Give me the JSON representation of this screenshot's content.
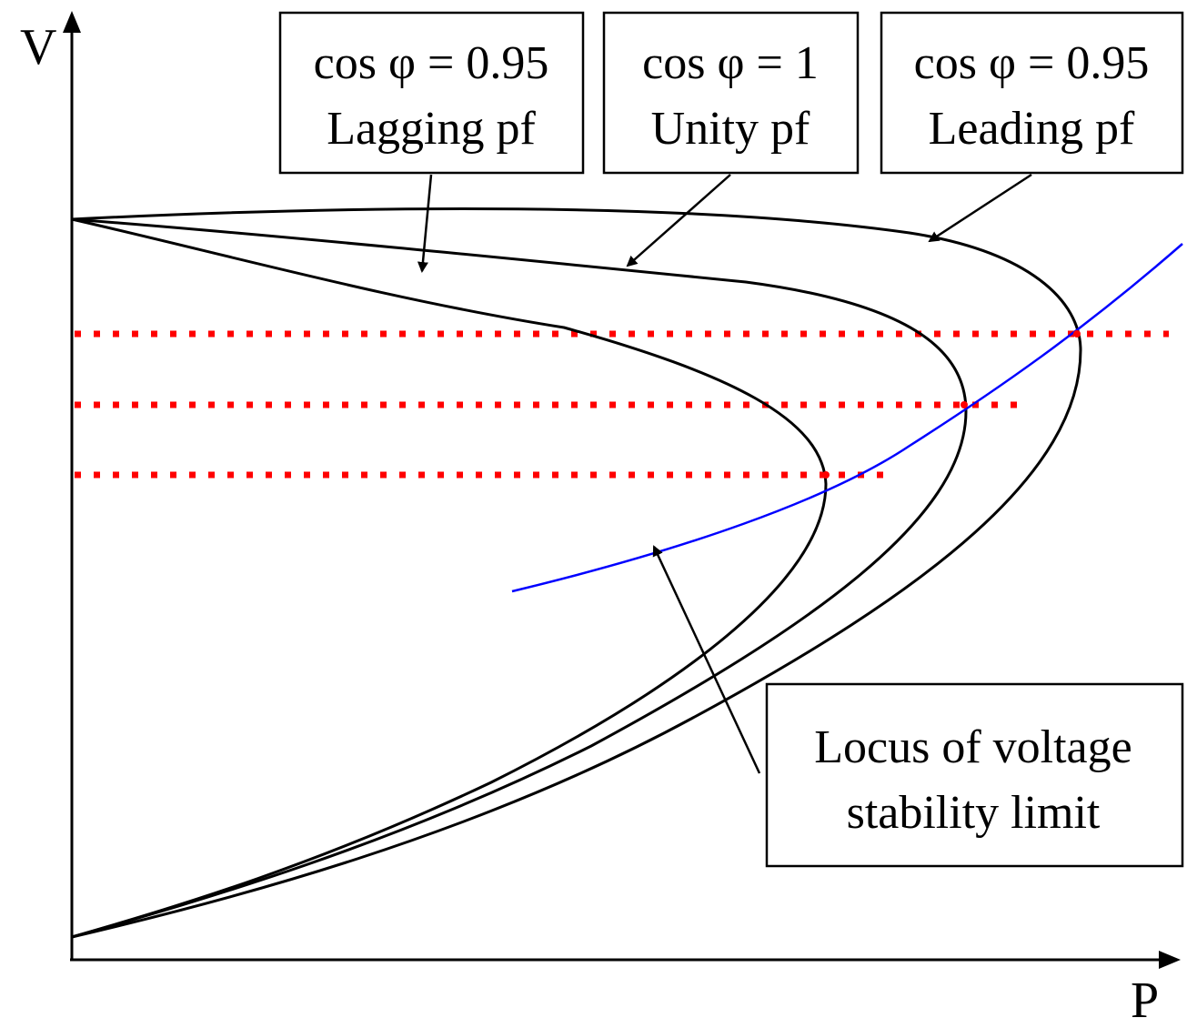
{
  "axes": {
    "y_label": "V",
    "x_label": "P"
  },
  "boxes": {
    "lagging": {
      "line1": "cos φ = 0.95",
      "line2": "Lagging pf"
    },
    "unity": {
      "line1": "cos φ = 1",
      "line2": "Unity pf"
    },
    "leading": {
      "line1": "cos φ = 0.95",
      "line2": "Leading pf"
    },
    "locus": {
      "line1": "Locus of  voltage",
      "line2": "stability limit"
    }
  },
  "colors": {
    "curves": "#000000",
    "locus": "#0000ff",
    "reference_lines": "#ff0000"
  }
}
